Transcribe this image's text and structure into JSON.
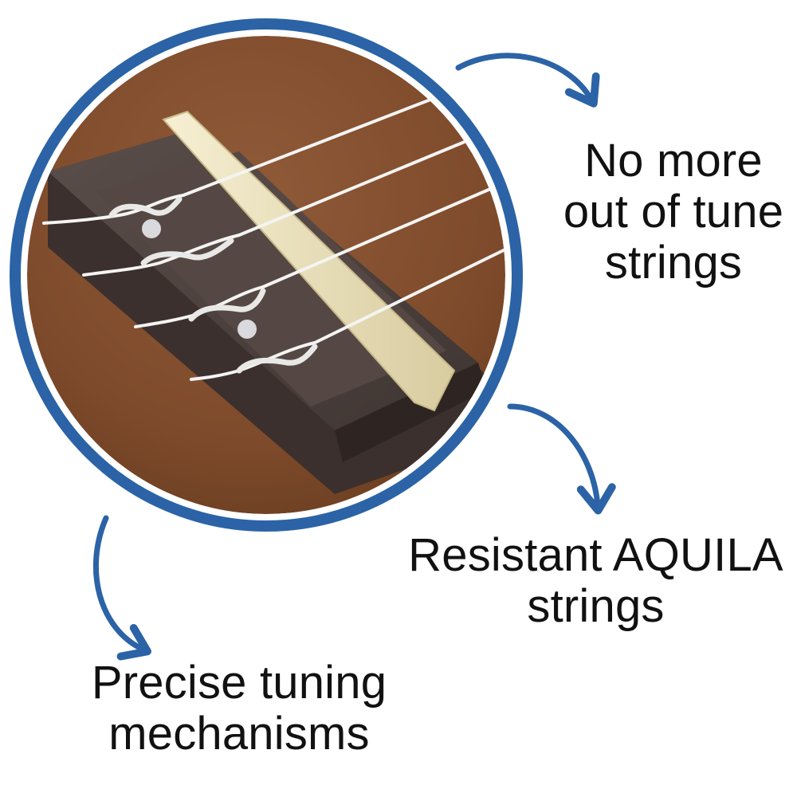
{
  "theme": {
    "accent": "#2b63a6",
    "wood_background": "#8a5330",
    "bridge_wood": "#4a3f3c",
    "saddle": "#efe6c4",
    "string": "#f4f4f2",
    "text": "#111111"
  },
  "product_photo": {
    "subject": "ukulele bridge with saddle and tied strings"
  },
  "features": [
    {
      "lines": [
        "No more",
        "out of tune",
        "strings"
      ],
      "pointer": "arrow-icon"
    },
    {
      "lines": [
        "Resistant AQUILA",
        "strings"
      ],
      "pointer": "arrow-icon"
    },
    {
      "lines": [
        "Precise tuning",
        "mechanisms"
      ],
      "pointer": "arrow-icon"
    }
  ]
}
